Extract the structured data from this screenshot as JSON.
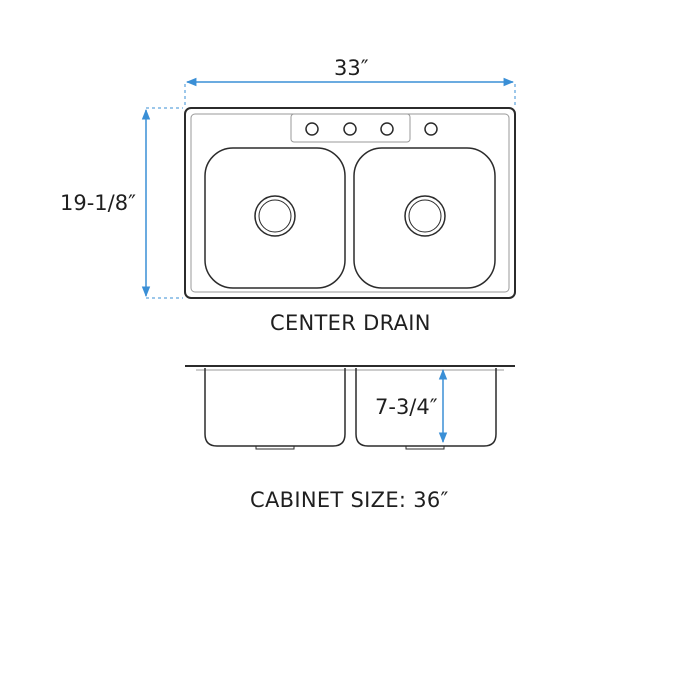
{
  "dimensions": {
    "width": "33″",
    "depth": "19-1/8″",
    "bowl_depth": "7-3/4″"
  },
  "labels": {
    "drain_position": "CENTER DRAIN",
    "cabinet_size": "CABINET SIZE: 36″"
  },
  "colors": {
    "outline": "#2b2b2b",
    "dimension_line": "#3a8fd6",
    "text": "#1f1f1f"
  }
}
